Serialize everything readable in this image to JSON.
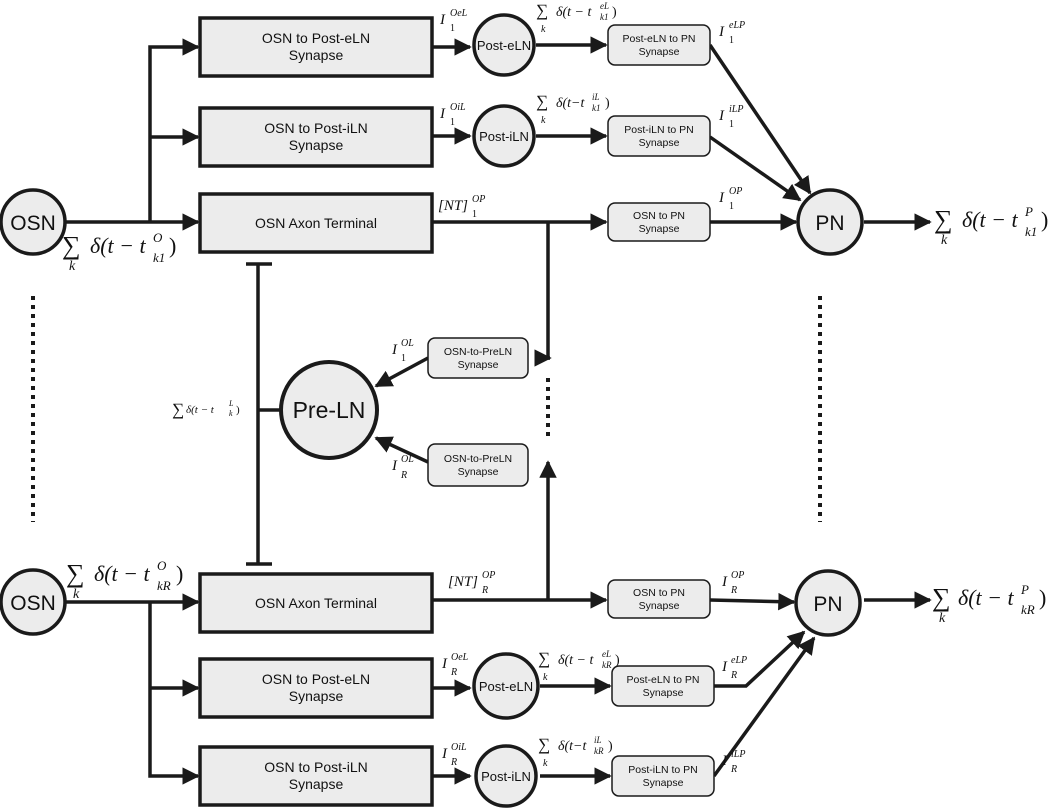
{
  "nodes": {
    "osn_top": "OSN",
    "osn_bottom": "OSN",
    "pn_top": "PN",
    "pn_bottom": "PN",
    "pre_ln": "Pre-LN",
    "post_eln_top": "Post-eLN",
    "post_iln_top": "Post-iLN",
    "post_eln_bottom": "Post-eLN",
    "post_iln_bottom": "Post-iLN"
  },
  "boxes": {
    "osn_post_eln_top": [
      "OSN to Post-eLN",
      "Synapse"
    ],
    "osn_post_iln_top": [
      "OSN to Post-iLN",
      "Synapse"
    ],
    "axon_top": [
      "OSN Axon Terminal"
    ],
    "axon_bottom": [
      "OSN Axon Terminal"
    ],
    "osn_post_eln_bottom": [
      "OSN to Post-eLN",
      "Synapse"
    ],
    "osn_post_iln_bottom": [
      "OSN to Post-iLN",
      "Synapse"
    ]
  },
  "small_boxes": {
    "eln_pn_top": [
      "Post-eLN to PN",
      "Synapse"
    ],
    "iln_pn_top": [
      "Post-iLN to PN",
      "Synapse"
    ],
    "osn_pn_top": [
      "OSN to PN",
      "Synapse"
    ],
    "osn_preln_1": [
      "OSN-to-PreLN",
      "Synapse"
    ],
    "osn_preln_r": [
      "OSN-to-PreLN",
      "Synapse"
    ],
    "osn_pn_bottom": [
      "OSN to PN",
      "Synapse"
    ],
    "eln_pn_bottom": [
      "Post-eLN to PN",
      "Synapse"
    ],
    "iln_pn_bottom": [
      "Post-iLN to PN",
      "Synapse"
    ]
  },
  "math": {
    "i1_oel": {
      "base": "I",
      "sub": "1",
      "sup": "OeL"
    },
    "i1_oil": {
      "base": "I",
      "sub": "1",
      "sup": "OiL"
    },
    "i1_elp": {
      "base": "I",
      "sub": "1",
      "sup": "eLP"
    },
    "i1_ilp": {
      "base": "I",
      "sub": "1",
      "sup": "iLP"
    },
    "i1_op": {
      "base": "I",
      "sub": "1",
      "sup": "OP"
    },
    "nt1_op": {
      "base": "[NT]",
      "sub": "1",
      "sup": "OP"
    },
    "i1_ol": {
      "base": "I",
      "sub": "1",
      "sup": "OL"
    },
    "ir_ol": {
      "base": "I",
      "sub": "R",
      "sup": "OL"
    },
    "ntr_op": {
      "base": "[NT]",
      "sub": "R",
      "sup": "OP"
    },
    "ir_op": {
      "base": "I",
      "sub": "R",
      "sup": "OP"
    },
    "ir_oel": {
      "base": "I",
      "sub": "R",
      "sup": "OeL"
    },
    "ir_oil": {
      "base": "I",
      "sub": "R",
      "sup": "OiL"
    },
    "ir_elp": {
      "base": "I",
      "sub": "R",
      "sup": "eLP"
    },
    "ir_ilp": {
      "base": "I",
      "sub": "R",
      "sup": "iLP"
    }
  },
  "spikes": {
    "osn_top": {
      "expr": "δ(t − t",
      "sup": "O",
      "sub": "k1",
      "close": ")",
      "index": "k"
    },
    "osn_bottom": {
      "expr": "δ(t − t",
      "sup": "O",
      "sub": "kR",
      "close": ")",
      "index": "k"
    },
    "pn_top": {
      "expr": "δ(t − t",
      "sup": "P",
      "sub": "k1",
      "close": ")",
      "index": "k"
    },
    "pn_bottom": {
      "expr": "δ(t − t",
      "sup": "P",
      "sub": "kR",
      "close": ")",
      "index": "k"
    },
    "eln_top": {
      "expr": "δ(t − t",
      "sup": "eL",
      "sub": "k1",
      "close": ")",
      "index": "k"
    },
    "iln_top": {
      "expr": "δ(t−t",
      "sup": "iL",
      "sub": "k1",
      "close": ")",
      "index": "k"
    },
    "eln_bottom": {
      "expr": "δ(t − t",
      "sup": "eL",
      "sub": "kR",
      "close": ")",
      "index": "k"
    },
    "iln_bottom": {
      "expr": "δ(t−t",
      "sup": "iL",
      "sub": "kR",
      "close": ")",
      "index": "k"
    },
    "preln": {
      "expr": "δ(t − t",
      "sup": "L",
      "sub": "k",
      "close": ")",
      "index": ""
    }
  },
  "colors": {
    "fill": "#ececec",
    "stroke": "#1a1a1a"
  }
}
